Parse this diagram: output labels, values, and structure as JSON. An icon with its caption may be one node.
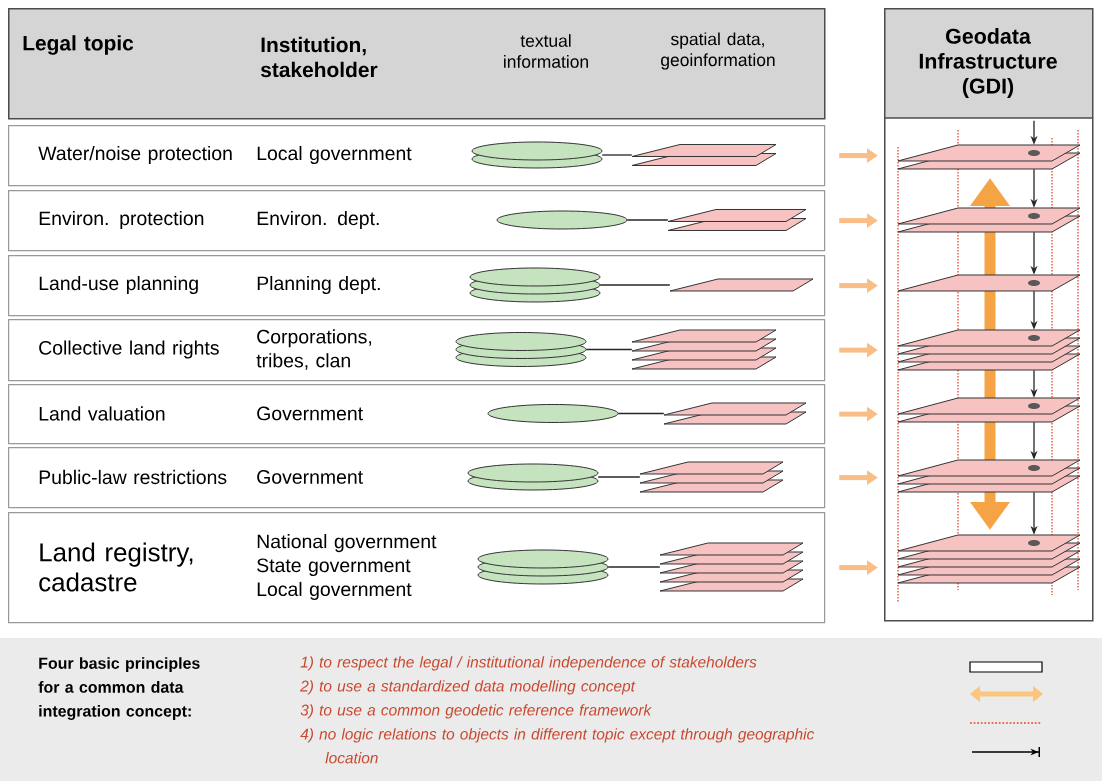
{
  "diagram": {
    "nodes": [
      {
        "text": [
          "Legal topic",
          "Institution, stakeholder",
          "textual information",
          "spatial data, geoinformation"
        ]
      },
      {
        "text": [
          "Geodata Infrastructure (GDI)"
        ]
      },
      {
        "text": [
          "Water/noise protection",
          "Local government"
        ]
      },
      {
        "text": [],
        "shape": "cylinder",
        "in": 2
      },
      {
        "text": [],
        "shape": "parallelogram",
        "in": 2
      },
      {
        "text": [
          "Environ. protection",
          "Environ. dept."
        ]
      },
      {
        "text": [],
        "shape": "cylinder",
        "in": 5
      },
      {
        "text": [],
        "shape": "parallelogram",
        "in": 5
      },
      {
        "text": [
          "Land-use planning",
          "Planning dept."
        ]
      },
      {
        "text": [],
        "shape": "cylinder",
        "in": 8
      },
      {
        "text": [],
        "shape": "parallelogram",
        "in": 8
      },
      {
        "text": [
          "Collective land rights",
          "Corporations, tribes, clan"
        ]
      },
      {
        "text": [],
        "shape": "cylinder",
        "in": 11
      },
      {
        "text": [],
        "shape": "parallelogram",
        "in": 11
      },
      {
        "text": [
          "Land valuation",
          "Government"
        ]
      },
      {
        "text": [],
        "shape": "cylinder",
        "in": 14
      },
      {
        "text": [],
        "shape": "parallelogram",
        "in": 14
      },
      {
        "text": [
          "Public-law restrictions",
          "Government"
        ]
      },
      {
        "text": [],
        "shape": "cylinder",
        "in": 17
      },
      {
        "text": [],
        "shape": "parallelogram",
        "in": 17
      },
      {
        "text": [
          "Land registry, cadastre",
          "National government State government Local government"
        ]
      },
      {
        "text": [],
        "shape": "cylinder",
        "in": 20
      },
      {
        "text": [],
        "shape": "parallelogram",
        "in": 20
      },
      {
        "text": [],
        "shape": "parallelogram",
        "in": 1
      },
      {
        "text": [],
        "shape": "parallelogram",
        "in": 1
      },
      {
        "text": [],
        "shape": "parallelogram",
        "in": 1
      },
      {
        "text": [],
        "shape": "parallelogram",
        "in": 1
      },
      {
        "text": [],
        "shape": "parallelogram",
        "in": 1
      },
      {
        "text": [],
        "shape": "parallelogram",
        "in": 1
      },
      {
        "text": [],
        "shape": "parallelogram",
        "in": 1
      }
    ],
    "edges": [
      {
        "from": 3,
        "to": 4,
        "arrow": "none"
      },
      {
        "from": 6,
        "to": 7,
        "arrow": "none"
      },
      {
        "from": 9,
        "to": 10,
        "arrow": "none"
      },
      {
        "from": 12,
        "to": 13,
        "arrow": "none"
      },
      {
        "from": 15,
        "to": 16,
        "arrow": "none"
      },
      {
        "from": 18,
        "to": 19,
        "arrow": "none"
      },
      {
        "from": 21,
        "to": 22,
        "arrow": "none"
      },
      {
        "from": 2,
        "to": 1,
        "arrow": "to",
        "style": "thick",
        "color": "#f9bd85"
      },
      {
        "from": 5,
        "to": 1,
        "arrow": "to",
        "style": "thick",
        "color": "#f9bd85"
      },
      {
        "from": 8,
        "to": 1,
        "arrow": "to",
        "style": "thick",
        "color": "#f9bd85"
      },
      {
        "from": 11,
        "to": 1,
        "arrow": "to",
        "style": "thick",
        "color": "#f9bd85"
      },
      {
        "from": 14,
        "to": 1,
        "arrow": "to",
        "style": "thick",
        "color": "#f9bd85"
      },
      {
        "from": 17,
        "to": 1,
        "arrow": "to",
        "style": "thick",
        "color": "#f9bd85"
      },
      {
        "from": 20,
        "to": 1,
        "arrow": "to",
        "style": "thick",
        "color": "#f9bd85"
      },
      {
        "from": null,
        "to": 23,
        "arrow": "to"
      },
      {
        "from": 23,
        "to": 24,
        "arrow": "to"
      },
      {
        "from": 24,
        "to": 25,
        "arrow": "to"
      },
      {
        "from": 25,
        "to": 26,
        "arrow": "to"
      },
      {
        "from": 26,
        "to": 27,
        "arrow": "to"
      },
      {
        "from": 27,
        "to": 28,
        "arrow": "to"
      },
      {
        "from": 28,
        "to": 29,
        "arrow": "to"
      }
    ],
    "labels": [
      "Four basic principles for a common data integration concept:"
    ],
    "legend": [
      {
        "text": "1) to respect the legal / institutional independence of stakeholders"
      },
      {
        "text": "2) to use a standardized data modelling concept"
      },
      {
        "text": "3) to use a common geodetic reference framework"
      },
      {
        "text": "4) no logic relations to objects in different topic except through geographic location"
      }
    ]
  }
}
